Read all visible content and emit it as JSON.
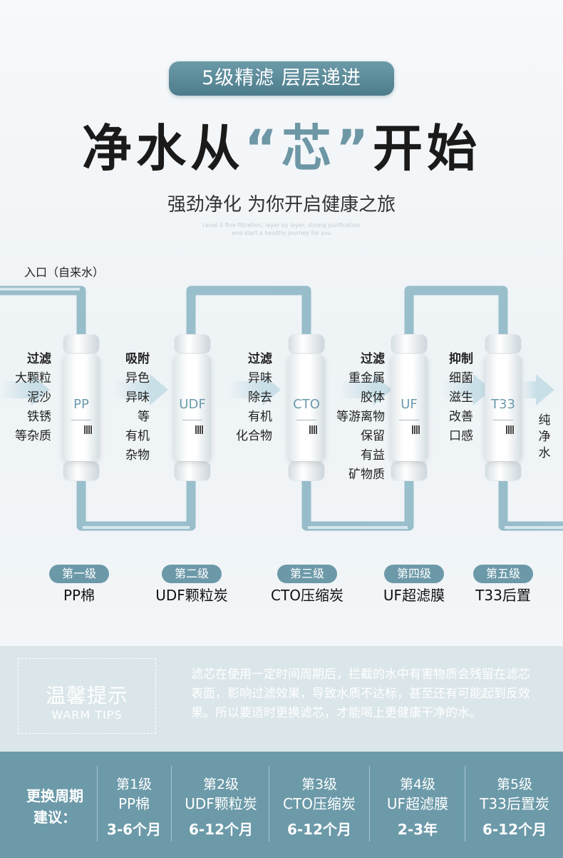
{
  "header": {
    "pill": "5级精滤 层层递进",
    "headline_pre": "净水从",
    "headline_accent": "“芯”",
    "headline_post": "开始",
    "subtitle": "强劲净化 为你开启健康之旅",
    "en_line1": "Level 5 fine filtration, layer by layer, strong purification",
    "en_line2": "and start a healthy journey for you"
  },
  "diagram": {
    "inlet": "入口（自来水）",
    "outlet": [
      "纯",
      "净",
      "水"
    ],
    "cartridges": [
      {
        "label": "PP"
      },
      {
        "label": "UDF"
      },
      {
        "label": "CTO"
      },
      {
        "label": "UF"
      },
      {
        "label": "T33"
      }
    ],
    "descs": [
      {
        "title": "过滤",
        "lines": [
          "大颗粒",
          "泥沙",
          "铁锈",
          "等杂质"
        ]
      },
      {
        "title": "吸附",
        "lines": [
          "异色",
          "异味",
          "等",
          "有机",
          "杂物"
        ]
      },
      {
        "title": "过滤",
        "lines": [
          "异味",
          "除去",
          "有机",
          "化合物"
        ]
      },
      {
        "title": "过滤",
        "lines": [
          "重金属",
          "胶体",
          "等游离物",
          "保留",
          "有益",
          "矿物质"
        ]
      },
      {
        "title": "抑制",
        "lines": [
          "细菌",
          "滋生",
          "改善",
          "口感"
        ]
      }
    ],
    "stages": [
      {
        "level": "第一级",
        "name": "PP棉"
      },
      {
        "level": "第二级",
        "name": "UDF颗粒炭"
      },
      {
        "level": "第三级",
        "name": "CTO压缩炭"
      },
      {
        "level": "第四级",
        "name": "UF超滤膜"
      },
      {
        "level": "第五级",
        "name": "T33后置"
      }
    ]
  },
  "tips": {
    "title": "温馨提示",
    "subtitle": "WARM TIPS",
    "text": "滤芯在使用一定时间周期后，拦截的水中有害物质会残留在滤芯表面，影响过滤效果，导致水质不达标，甚至还有可能起到反效果。所以要适时更换滤芯，才能喝上更健康干净的水。"
  },
  "cycle": {
    "label_line1": "更换周期",
    "label_line2": "建议：",
    "items": [
      {
        "level": "第1级",
        "name": "PP棉",
        "period": "3-6个月"
      },
      {
        "level": "第2级",
        "name": "UDF颗粒炭",
        "period": "6-12个月"
      },
      {
        "level": "第3级",
        "name": "CTO压缩炭",
        "period": "6-12个月"
      },
      {
        "level": "第4级",
        "name": "UF超滤膜",
        "period": "2-3年"
      },
      {
        "level": "第5级",
        "name": "T33后置炭",
        "period": "6-12个月"
      }
    ]
  },
  "colors": {
    "accent": "#6c9aa9",
    "pipe": "#8fb8c6",
    "tips_bg": "#dbe6ea"
  }
}
